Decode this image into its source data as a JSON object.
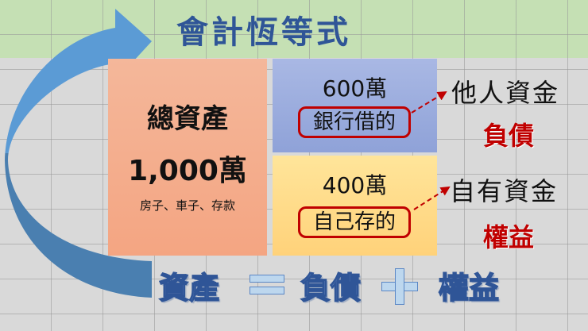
{
  "title": "會計恆等式",
  "assets": {
    "label": "總資產",
    "amount": "1,000萬",
    "examples": "房子、車子、存款",
    "color": "#f4b183"
  },
  "liabilities": {
    "amount": "600萬",
    "source": "銀行借的",
    "description": "他人資金",
    "term": "負債",
    "color": "#8fa2d8"
  },
  "equity": {
    "amount": "400萬",
    "source": "自己存的",
    "description": "自有資金",
    "term": "權益",
    "color": "#ffd27a"
  },
  "formula": {
    "left": "資產",
    "equals": "=",
    "middle": "負債",
    "plus": "+",
    "right": "權益"
  },
  "colors": {
    "title_band": "#c5e0b4",
    "title_text": "#2f5597",
    "accent_red": "#c00000",
    "arrow_blue": "#5b9bd5"
  },
  "icons": {
    "curved_arrow": "curved-arrow-icon",
    "dashed_arrow": "dashed-arrow-icon"
  }
}
